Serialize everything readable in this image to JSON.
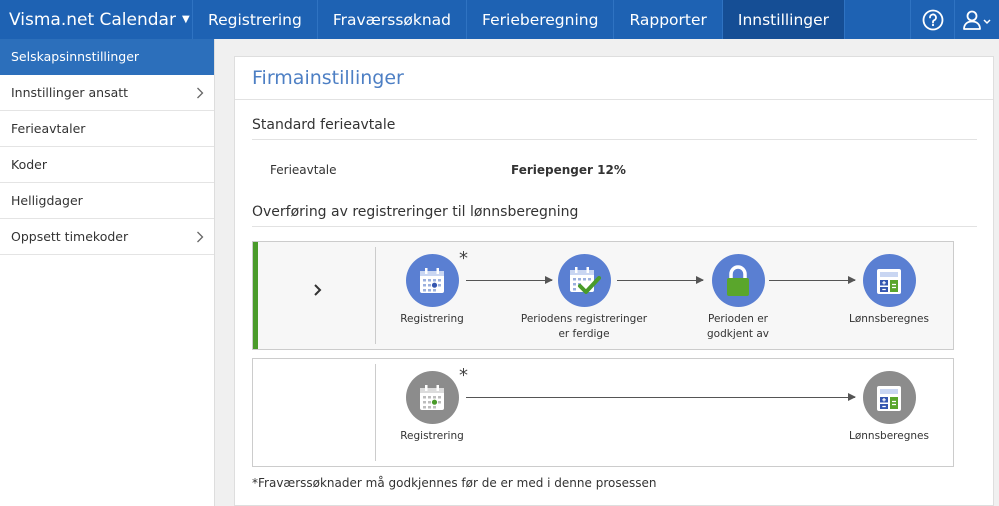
{
  "topbar": {
    "brand": "Visma.net Calendar",
    "nav": [
      {
        "label": "Registrering"
      },
      {
        "label": "Fraværssøknad"
      },
      {
        "label": "Ferieberegning"
      },
      {
        "label": "Rapporter"
      },
      {
        "label": "Innstillinger",
        "active": true
      }
    ],
    "help_icon": "help-icon",
    "user_icon": "user-icon"
  },
  "sidebar": {
    "items": [
      {
        "label": "Selskapsinnstillinger",
        "active": true
      },
      {
        "label": "Innstillinger ansatt",
        "has_arrow": true
      },
      {
        "label": "Ferieavtaler"
      },
      {
        "label": "Koder"
      },
      {
        "label": "Helligdager"
      },
      {
        "label": "Oppsett timekoder",
        "has_arrow": true
      }
    ]
  },
  "main": {
    "title": "Firmainstillinger",
    "section1": {
      "heading": "Standard ferieavtale",
      "label": "Ferieavtale",
      "value": "Feriepenger 12%"
    },
    "section2": {
      "heading": "Overføring av registreringer til lønnsberegning",
      "flow1": {
        "steps": [
          {
            "label": "Registrering"
          },
          {
            "label": "Periodens registreringer er ferdige"
          },
          {
            "label": "Perioden er godkjent av"
          },
          {
            "label": "Lønnsberegnes"
          }
        ]
      },
      "flow2": {
        "steps": [
          {
            "label": "Registrering"
          },
          {
            "label": "Lønnsberegnes"
          }
        ]
      },
      "star": "*",
      "footnote": "*Fraværssøknader må godkjennes før de er med i denne prosessen"
    }
  },
  "colors": {
    "topbar": "#1e62b3",
    "topbar_active": "#154e95",
    "sidebar_active": "#2c6fbb",
    "title": "#4d7fc4",
    "step_blue": "#5a7fd2",
    "step_grey": "#8c8c8c",
    "green": "#4a9b2a"
  }
}
